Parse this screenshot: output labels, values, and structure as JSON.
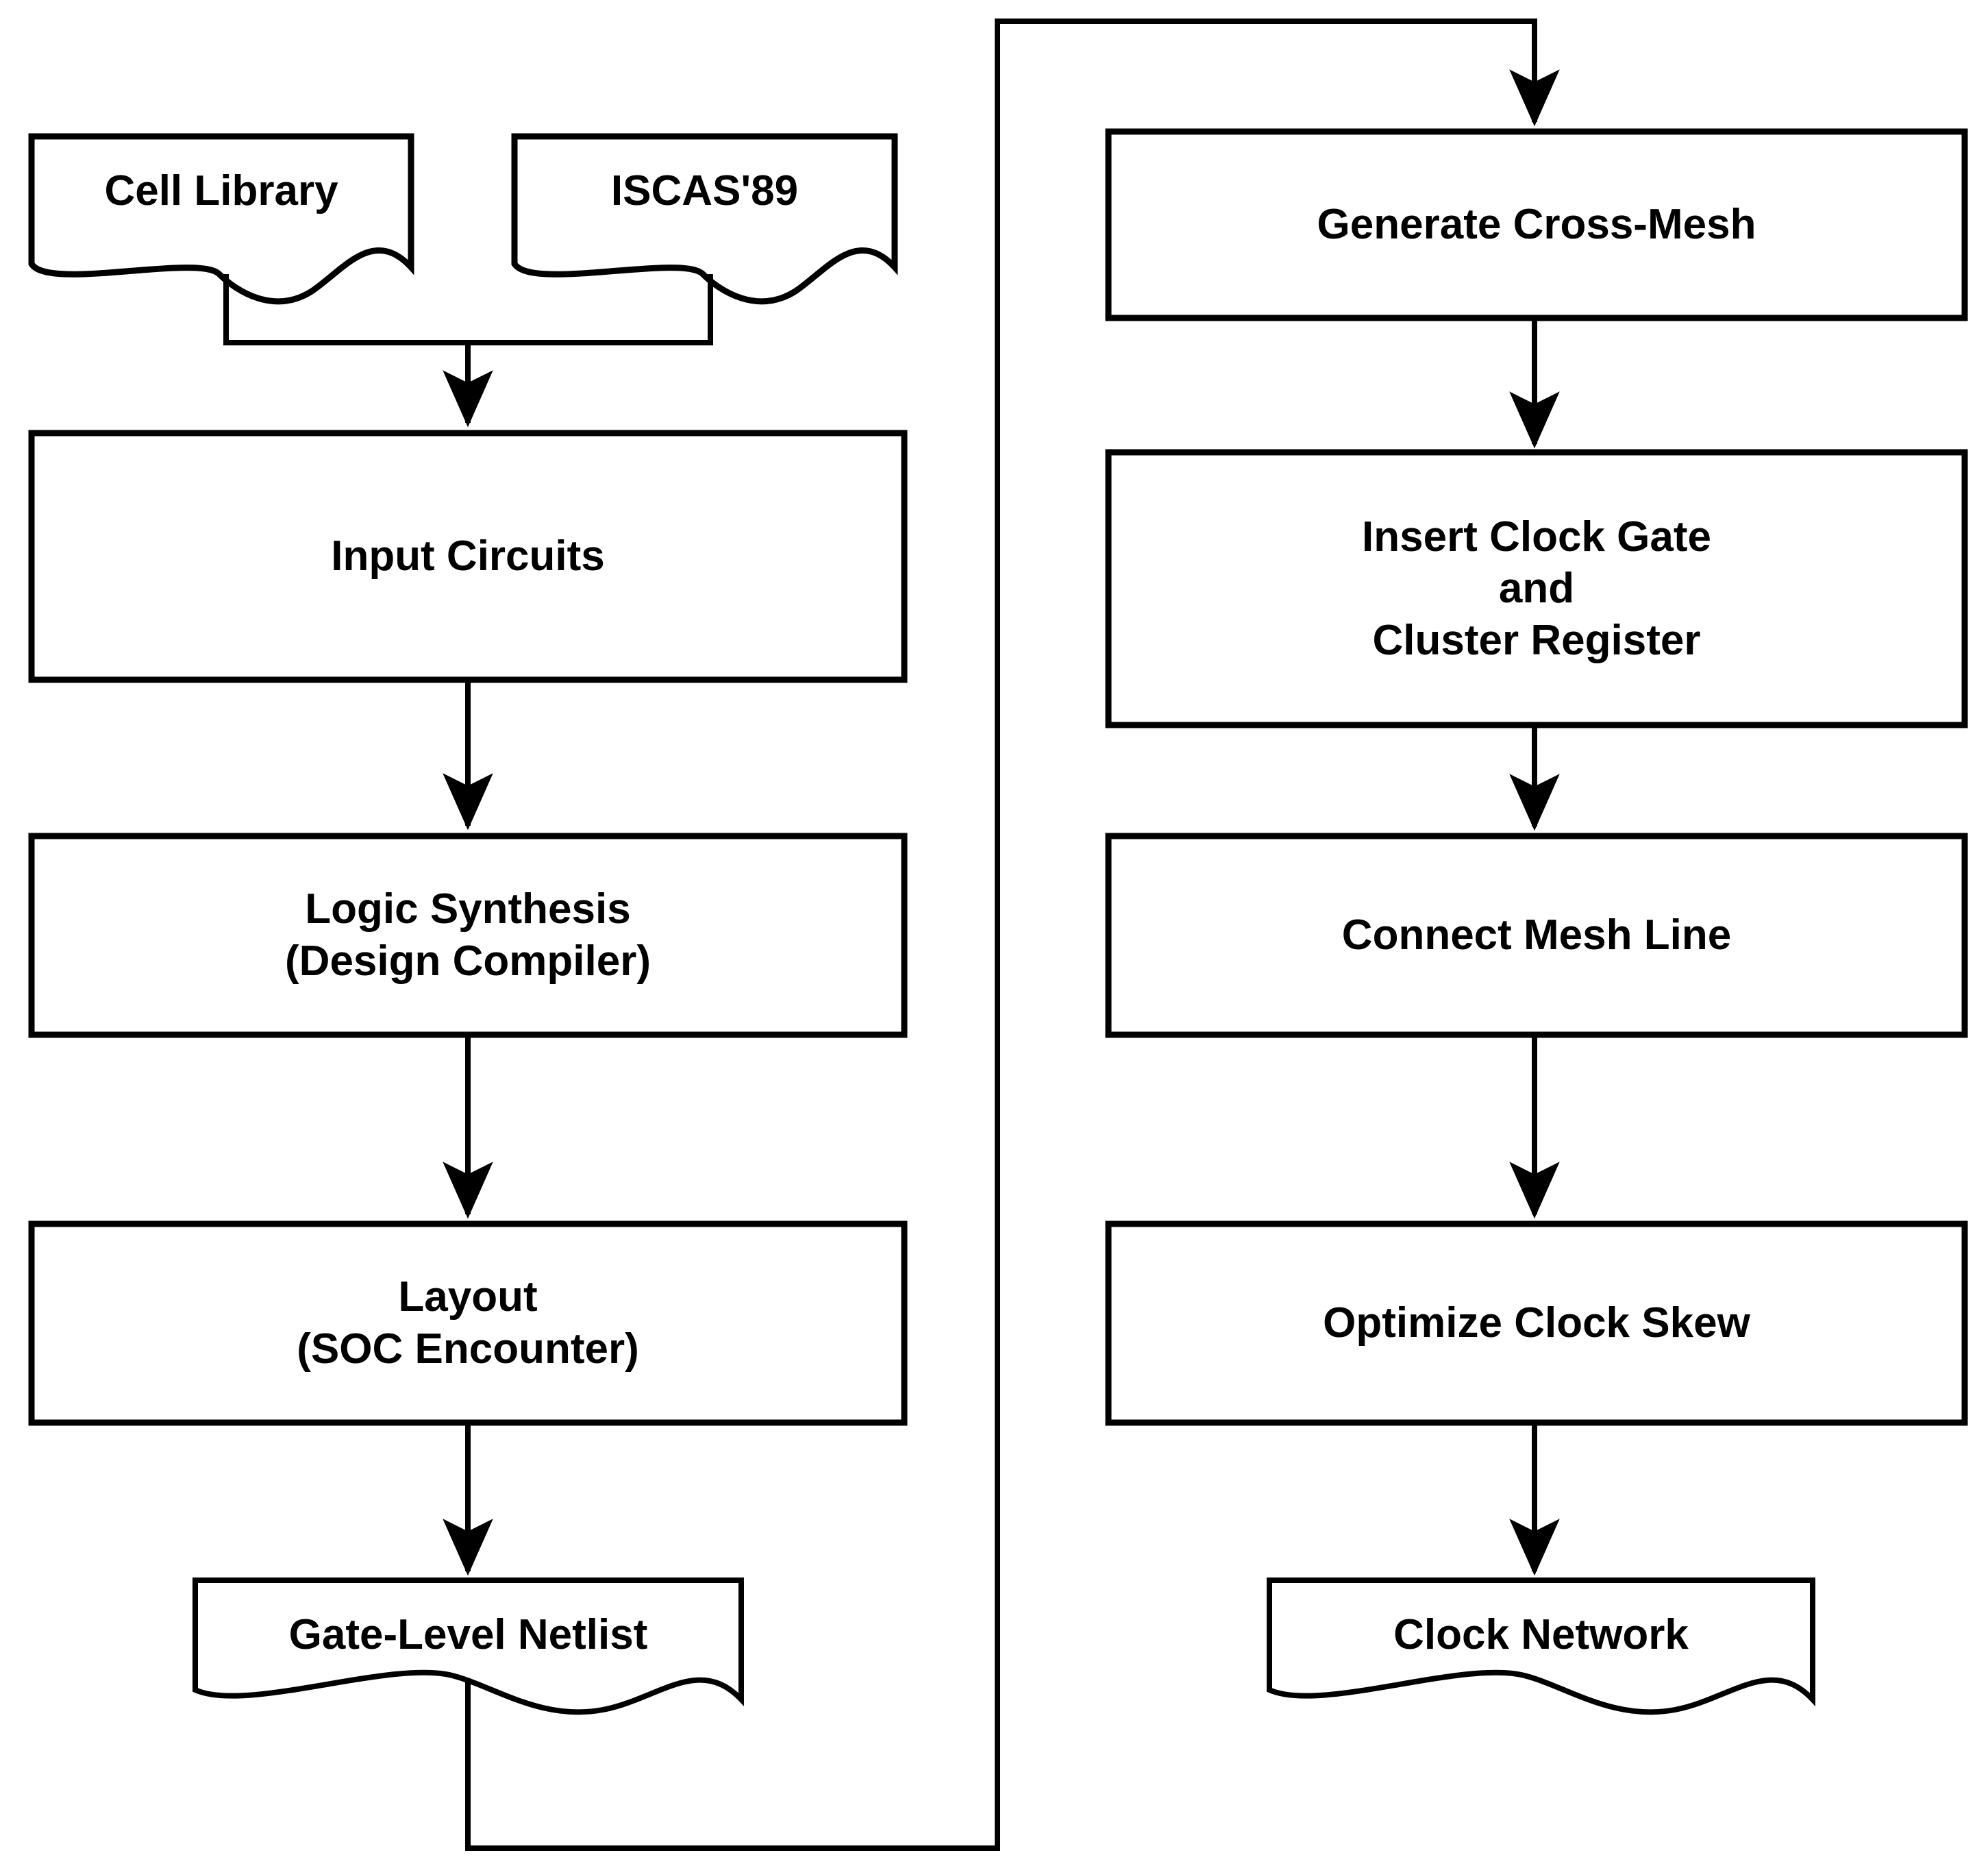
{
  "diagram": {
    "title": "Clock network design flow",
    "stroke_color": "#000000",
    "fill_color": "#ffffff",
    "background_color": "#ffffff",
    "nodes": [
      {
        "id": "cell-library",
        "label": "Cell Library",
        "shape": "document"
      },
      {
        "id": "iscas89",
        "label": "ISCAS'89",
        "shape": "document"
      },
      {
        "id": "input-circuits",
        "label": "Input Circuits",
        "shape": "process"
      },
      {
        "id": "logic-synthesis",
        "label": "Logic Synthesis\n(Design Compiler)",
        "shape": "process"
      },
      {
        "id": "layout",
        "label": "Layout\n(SOC Encounter)",
        "shape": "process"
      },
      {
        "id": "gate-level-netlist",
        "label": "Gate-Level Netlist",
        "shape": "document"
      },
      {
        "id": "generate-cross-mesh",
        "label": "Generate Cross-Mesh",
        "shape": "process"
      },
      {
        "id": "insert-clock-gate",
        "label": "Insert Clock Gate\nand\nCluster Register",
        "shape": "process"
      },
      {
        "id": "connect-mesh-line",
        "label": "Connect Mesh Line",
        "shape": "process"
      },
      {
        "id": "optimize-clock-skew",
        "label": "Optimize Clock Skew",
        "shape": "process"
      },
      {
        "id": "clock-network",
        "label": "Clock Network",
        "shape": "document"
      }
    ],
    "edges": [
      {
        "from": "cell-library",
        "to": "input-circuits",
        "arrow": true
      },
      {
        "from": "iscas89",
        "to": "input-circuits",
        "arrow": true
      },
      {
        "from": "input-circuits",
        "to": "logic-synthesis",
        "arrow": true
      },
      {
        "from": "logic-synthesis",
        "to": "layout",
        "arrow": true
      },
      {
        "from": "layout",
        "to": "gate-level-netlist",
        "arrow": true
      },
      {
        "from": "gate-level-netlist",
        "to": "generate-cross-mesh",
        "arrow": true
      },
      {
        "from": "generate-cross-mesh",
        "to": "insert-clock-gate",
        "arrow": true
      },
      {
        "from": "insert-clock-gate",
        "to": "connect-mesh-line",
        "arrow": true
      },
      {
        "from": "connect-mesh-line",
        "to": "optimize-clock-skew",
        "arrow": true
      },
      {
        "from": "optimize-clock-skew",
        "to": "clock-network",
        "arrow": true
      }
    ]
  }
}
